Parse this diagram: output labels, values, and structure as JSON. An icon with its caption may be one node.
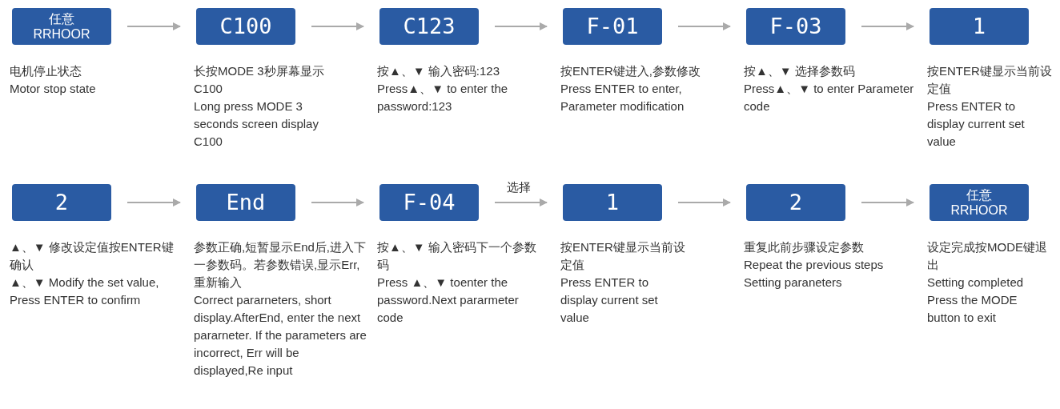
{
  "diagram": {
    "nodes": [
      {
        "text": [
          "任意",
          "RRHOOR"
        ],
        "beside": [
          "电机停止状态",
          "Motor stop state"
        ]
      },
      {
        "text": [
          "C100"
        ],
        "beside": [
          "长按MODE 3秒屏幕显示C100",
          "Long press MODE 3 seconds screen display C100"
        ]
      },
      {
        "text": [
          "C123"
        ],
        "beside": [
          "按▲、▼ 输入密码:123",
          "Press▲、▼ to enter the password:123"
        ]
      },
      {
        "text": [
          "F-01"
        ],
        "beside": [
          "按ENTER键进入,参数修改",
          "Press ENTER to enter, Parameter modification"
        ]
      },
      {
        "text": [
          "F-03"
        ],
        "beside": [
          "按▲、▼ 选择参数码",
          "Press▲、▼ to enter Parameter code"
        ]
      },
      {
        "text": [
          "1"
        ],
        "beside": [
          "按ENTER键显示当前设定值",
          "Press ENTER to display current set value"
        ]
      },
      {
        "text": [
          "2"
        ],
        "beside": [
          "▲、▼ 修改设定值按ENTER键确认",
          "▲、▼ Modify the set value, Press ENTER to confirm"
        ]
      },
      {
        "text": [
          "End"
        ],
        "beside": [
          "参数正确,短暂显示End后,进入下一参数码。若参数错误,显示Err,重新输入",
          "Correct pararneters, short display.AfterEnd, enter the next pararneter. If the parameters are incorrect, Err will be displayed,Re input"
        ]
      },
      {
        "text": [
          "F-04"
        ],
        "beside": [
          "按▲、▼ 输入密码下一个参数码",
          "Press ▲、▼ toenter the password.Next pararmeter code"
        ]
      },
      {
        "text": [
          "1"
        ],
        "beside": [
          "按ENTER键显示当前设定值",
          "Press ENTER to display current set value"
        ]
      },
      {
        "text": [
          "2"
        ],
        "beside": [
          "重复此前步骤设定参数",
          "Repeat the previous steps Setting paraneters"
        ]
      },
      {
        "text": [
          "任意",
          "RRHOOR"
        ],
        "beside": [
          "设定完成按MODE键退出",
          "Setting completed Press the MODE button to exit"
        ]
      }
    ],
    "edges": [
      {
        "from": 0,
        "to": 1,
        "arrow": "to"
      },
      {
        "from": 1,
        "to": 2,
        "arrow": "to"
      },
      {
        "from": 2,
        "to": 3,
        "arrow": "to"
      },
      {
        "from": 3,
        "to": 4,
        "arrow": "to"
      },
      {
        "from": 4,
        "to": 5,
        "arrow": "to"
      },
      {
        "from": 6,
        "to": 7,
        "arrow": "to"
      },
      {
        "from": 7,
        "to": 8,
        "arrow": "to"
      },
      {
        "from": 8,
        "to": 9,
        "arrow": "to",
        "label": "选择"
      },
      {
        "from": 9,
        "to": 10,
        "arrow": "to"
      },
      {
        "from": 10,
        "to": 11,
        "arrow": "to"
      }
    ]
  }
}
